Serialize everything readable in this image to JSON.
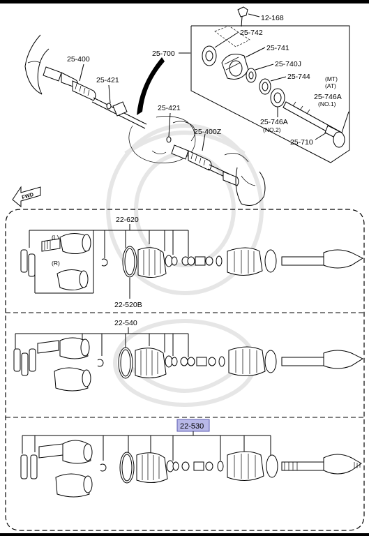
{
  "colors": {
    "line": "#000000",
    "highlight_fill": "#b8b8e8",
    "highlight_border": "#5a5ab0",
    "watermark": "#e8e8e8"
  },
  "icons": {
    "fwd_arrow": "fwd-arrow-icon"
  },
  "fwd_label": "FWD",
  "top_callouts": {
    "p12_168": "12-168",
    "p25_742": "25-742",
    "p25_741": "25-741",
    "p25_740j": "25-740J",
    "p25_744": "25-744",
    "p25_700": "25-700",
    "p25_400": "25-400",
    "p25_421a": "25-421",
    "p25_421b": "25-421",
    "p25_400z": "25-400Z",
    "mt": "(MT)",
    "at": "(AT)",
    "p25_746a_1": "25-746A",
    "no1": "(NO.1)",
    "p25_746a_2": "25-746A",
    "no2": "(NO.2)",
    "p25_710": "25-710"
  },
  "panel1": {
    "p22_620": "22-620",
    "p22_520b": "22-520B",
    "variant_l": "(L)",
    "variant_r": "(R)"
  },
  "panel2": {
    "p22_540": "22-540"
  },
  "panel3": {
    "p22_530": "22-530"
  }
}
